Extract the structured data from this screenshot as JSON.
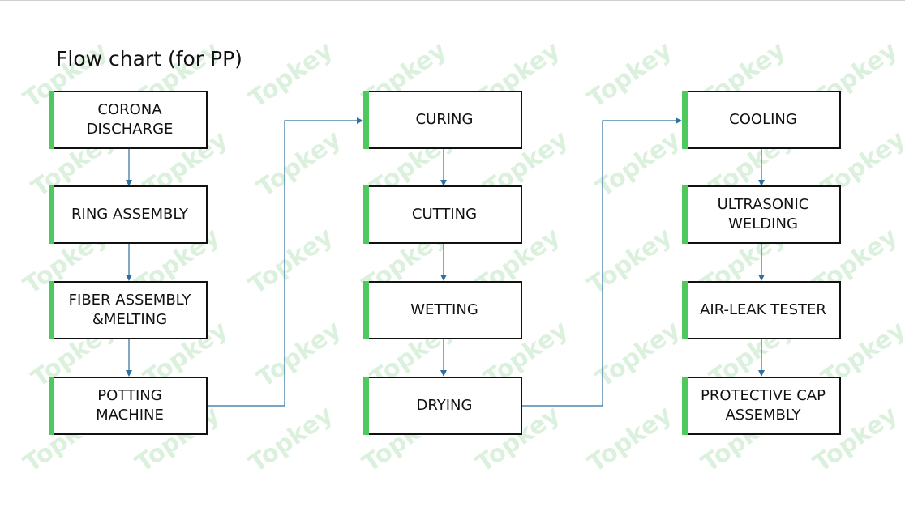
{
  "title": "Flow chart (for PP)",
  "watermark": "Topkey",
  "colors": {
    "accent_bar": "#4ec95e",
    "box_border": "#111111",
    "connector": "#2f6f9f",
    "watermark": "#9bd8a0"
  },
  "columns": [
    {
      "steps": [
        {
          "label": "CORONA\nDISCHARGE"
        },
        {
          "label": "RING ASSEMBLY"
        },
        {
          "label": "FIBER ASSEMBLY\n&MELTING"
        },
        {
          "label": "POTTING\nMACHINE"
        }
      ]
    },
    {
      "steps": [
        {
          "label": "CURING"
        },
        {
          "label": "CUTTING"
        },
        {
          "label": "WETTING"
        },
        {
          "label": "DRYING"
        }
      ]
    },
    {
      "steps": [
        {
          "label": "COOLING"
        },
        {
          "label": "ULTRASONIC\nWELDING"
        },
        {
          "label": "AIR-LEAK TESTER"
        },
        {
          "label": "PROTECTIVE CAP\nASSEMBLY"
        }
      ]
    }
  ]
}
